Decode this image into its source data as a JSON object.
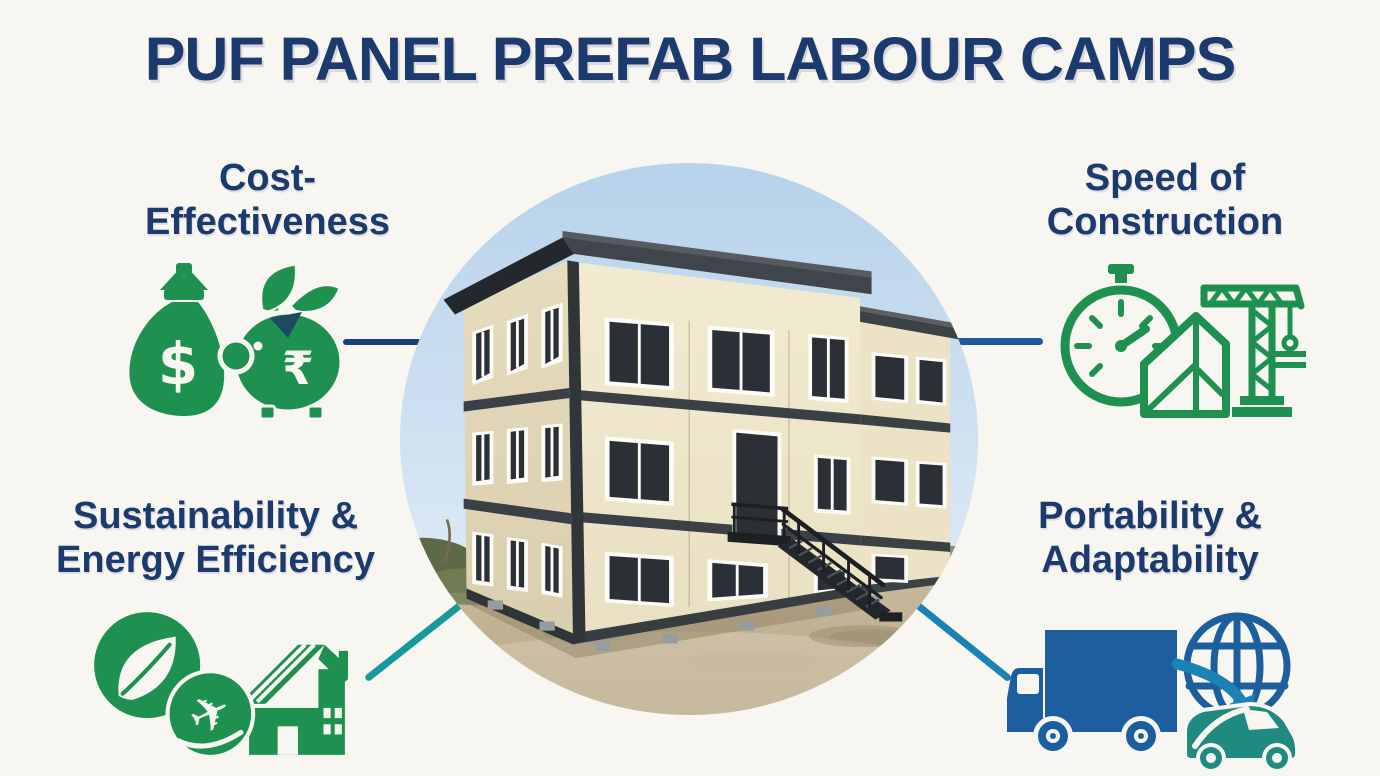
{
  "title": "PUF PANEL PREFAB LABOUR CAMPS",
  "features": {
    "cost": {
      "label_line1": "Cost-",
      "label_line2": "Effectiveness",
      "icons": [
        "money-bag-dollar-icon",
        "piggy-bank-rupee-icon",
        "leaves-icon"
      ],
      "currency_dollar": "$",
      "currency_rupee": "₹"
    },
    "speed": {
      "label_line1": "Speed of",
      "label_line2": "Construction",
      "icons": [
        "stopwatch-icon",
        "house-frame-icon",
        "tower-crane-icon"
      ]
    },
    "sustainability": {
      "label_line1": "Sustainability &",
      "label_line2": "Energy Efficiency",
      "icons": [
        "leaf-circle-icon",
        "airplane-circle-icon",
        "solar-house-icon"
      ],
      "airplane_glyph": "✈"
    },
    "portability": {
      "label_line1": "Portability &",
      "label_line2": "Adaptability",
      "icons": [
        "box-truck-icon",
        "globe-icon",
        "delivery-van-arrow-icon"
      ]
    }
  },
  "center_image": {
    "alt": "Three-storey beige PUF panel prefab labour camp building with dark steel frame, external black staircase, gravel ground and blue sky, cropped in a circle"
  },
  "colors": {
    "background": "#f8f6f1",
    "navy": "#1c3a6e",
    "green": "#1e9150",
    "blue": "#1d5f9e",
    "teal": "#1f8a80",
    "connector_navy": "#1b3f77",
    "connector_blue": "#1d5a9c",
    "connector_teal": "#17989a",
    "connector_lightblue": "#1b82b4"
  }
}
